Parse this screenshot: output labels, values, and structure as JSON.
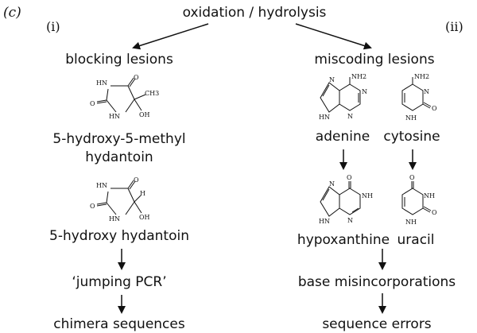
{
  "panel_label": "(c)",
  "title": "oxidation / hydrolysis",
  "branches": {
    "left": {
      "numeral": "(i)",
      "heading": "blocking lesions",
      "compound1_line1": "5-hydroxy-5-methyl",
      "compound1_line2": "hydantoin",
      "compound2": "5-hydroxy hydantoin",
      "step": "‘jumping PCR’",
      "outcome": "chimera sequences"
    },
    "right": {
      "numeral": "(ii)",
      "heading": "miscoding lesions",
      "base1": "adenine",
      "base2": "cytosine",
      "product1": "hypoxanthine",
      "product2": "uracil",
      "step": "base misincorporations",
      "outcome": "sequence errors"
    }
  },
  "atoms": {
    "hn": "HN",
    "nh": "NH",
    "o": "O",
    "n": "N",
    "oh": "OH",
    "ch3": "CH3",
    "h": "H",
    "nh2": "NH2"
  }
}
